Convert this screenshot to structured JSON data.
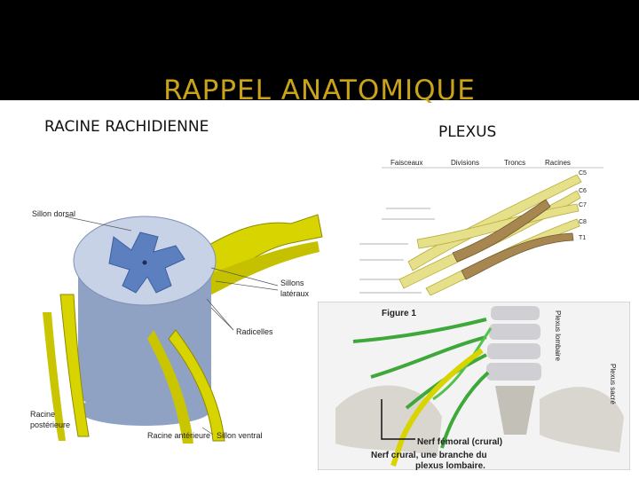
{
  "slide": {
    "title": "RAPPEL ANATOMIQUE",
    "left_label": "RACINE RACHIDIENNE",
    "right_label": "PLEXUS"
  },
  "spinal_figure": {
    "labels": {
      "sillon_dorsal": "Sillon dorsal",
      "sillons_lateraux_1": "Sillons",
      "sillons_lateraux_2": "latéraux",
      "radicelles": "Radicelles",
      "racine_posterieure_1": "Racine",
      "racine_posterieure_2": "postérieure",
      "racine_anterieure": "Racine antérieure",
      "sillon_ventral": "Sillon ventral"
    }
  },
  "plexus_diagram": {
    "headers": [
      "Faisceaux",
      "Divisions",
      "Troncs",
      "Racines"
    ],
    "roots": [
      "C5",
      "C6",
      "C7",
      "C8",
      "T1"
    ]
  },
  "lumbar_figure": {
    "figure_label": "Figure 1",
    "side_label_1": "Plexus lombaire",
    "side_label_2": "Plexus sacré",
    "caption_1": "Nerf fémoral (crural)",
    "caption_2": "Nerf crural, une branche du",
    "caption_3": "plexus lombaire."
  },
  "colors": {
    "title_band": "#000000",
    "title_text": "#c9a31a",
    "nerve_yellow": "#d8d400",
    "grey_matter": "#5b7fbf",
    "white_matter": "#b9c6de",
    "nerve_green": "#3ea83a"
  }
}
